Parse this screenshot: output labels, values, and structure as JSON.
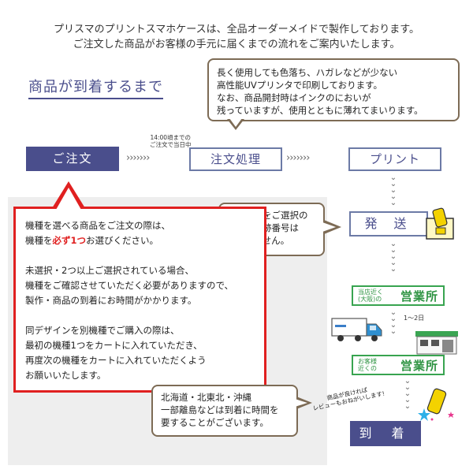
{
  "intro": {
    "line1": "プリスマのプリントスマホケースは、全品オーダーメイドで製作しております。",
    "line2": "ご注文した商品がお客様の手元に届くまでの流れをご案内いたします。"
  },
  "heading": "商品が到着するまで",
  "print_note": [
    "長く使用しても色落ち、ハガレなどが少ない",
    "高性能UVプリンタで印刷しております。",
    "なお、商品開封時はインクのにおいが",
    "残っていますが、使用とともに薄れてまいります。"
  ],
  "flow": {
    "order": "ご注文",
    "time_note_1": "14:00頃までの",
    "time_note_2": "ご注文で当日中",
    "arrows": "›››››››",
    "processing": "注文処理",
    "print": "プリント",
    "ship": "発 送",
    "office_near_store_small_1": "当店近く",
    "office_near_store_small_2": "(大阪)の",
    "office_label": "営業所",
    "days": "1～2日",
    "office_near_customer_small_1": "お客様",
    "office_near_customer_small_2": "近くの",
    "arrive": "到 着",
    "review_1": "商品が良ければ",
    "review_2": "レビューもおねがいします!"
  },
  "mail_note": [
    "メール便をご選択の",
    "場合は追跡番号は",
    "ございません。"
  ],
  "model_notice": {
    "p1_line1": "機種を選べる商品をご注文の際は、",
    "p1_line2_pre": "機種を",
    "p1_line2_em": "必ず1つ",
    "p1_line2_post": "お選びください。",
    "p2_line1": "未選択・2つ以上ご選択されている場合、",
    "p2_line2": "機種をご確認させていただく必要がありますので、",
    "p2_line3": "製作・商品の到着にお時間がかかります。",
    "p3_line1": "同デザインを別機種でご購入の際は、",
    "p3_line2": "最初の機種1つをカートに入れていただき、",
    "p3_line3": "再度次の機種をカートに入れていただくよう",
    "p3_line4": "お願いいたします。"
  },
  "region_note": [
    "北海道・北東北・沖縄",
    "一部離島などは到着に時間を",
    "要することがございます。"
  ],
  "colors": {
    "navy": "#4a4e8c",
    "step_border": "#6c7aa6",
    "green": "#38a450",
    "red": "#e02020",
    "bubble_border": "#7d6b55",
    "band": "#eeeeee"
  },
  "icons": [
    "truck-icon",
    "shop-icon",
    "mail-package-icon",
    "phone-star-icon",
    "chevron-down-icon",
    "chevron-right-icon"
  ]
}
